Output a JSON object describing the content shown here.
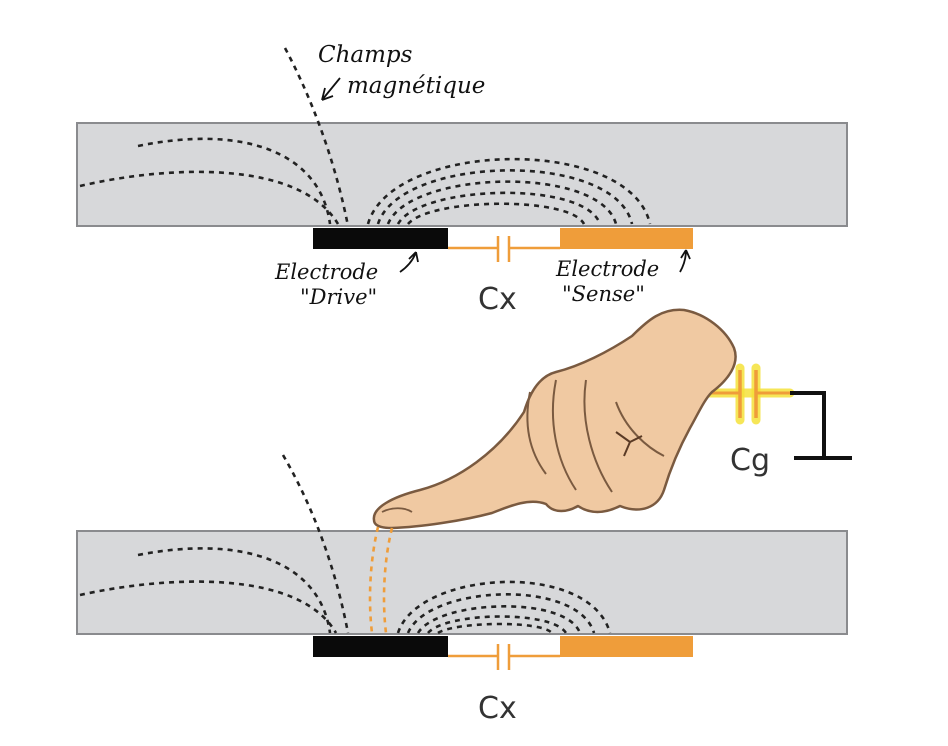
{
  "labels": {
    "magnetic_field": [
      "Champs",
      "magnétique"
    ],
    "drive_electrode": [
      "Electrode",
      "\"Drive\""
    ],
    "sense_electrode": [
      "Electrode",
      "\"Sense\""
    ],
    "cx_top": "Cx",
    "cx_bottom": "Cx",
    "cg": "Cg"
  },
  "colors": {
    "panel": "#d7d8da",
    "panel_border": "#8a8b8e",
    "drive_electrode": "#0a0a0a",
    "sense_electrode": "#ef9d3a",
    "capacitor": "#ef9d3a",
    "capacitor_glow": "#f5e23a",
    "skin": "#f0c9a2",
    "skin_outline": "#7a5a40",
    "ground": "#111111"
  },
  "icons": [
    "hand-pointing-icon",
    "capacitor-icon",
    "ground-symbol-icon",
    "arrow-icon"
  ]
}
